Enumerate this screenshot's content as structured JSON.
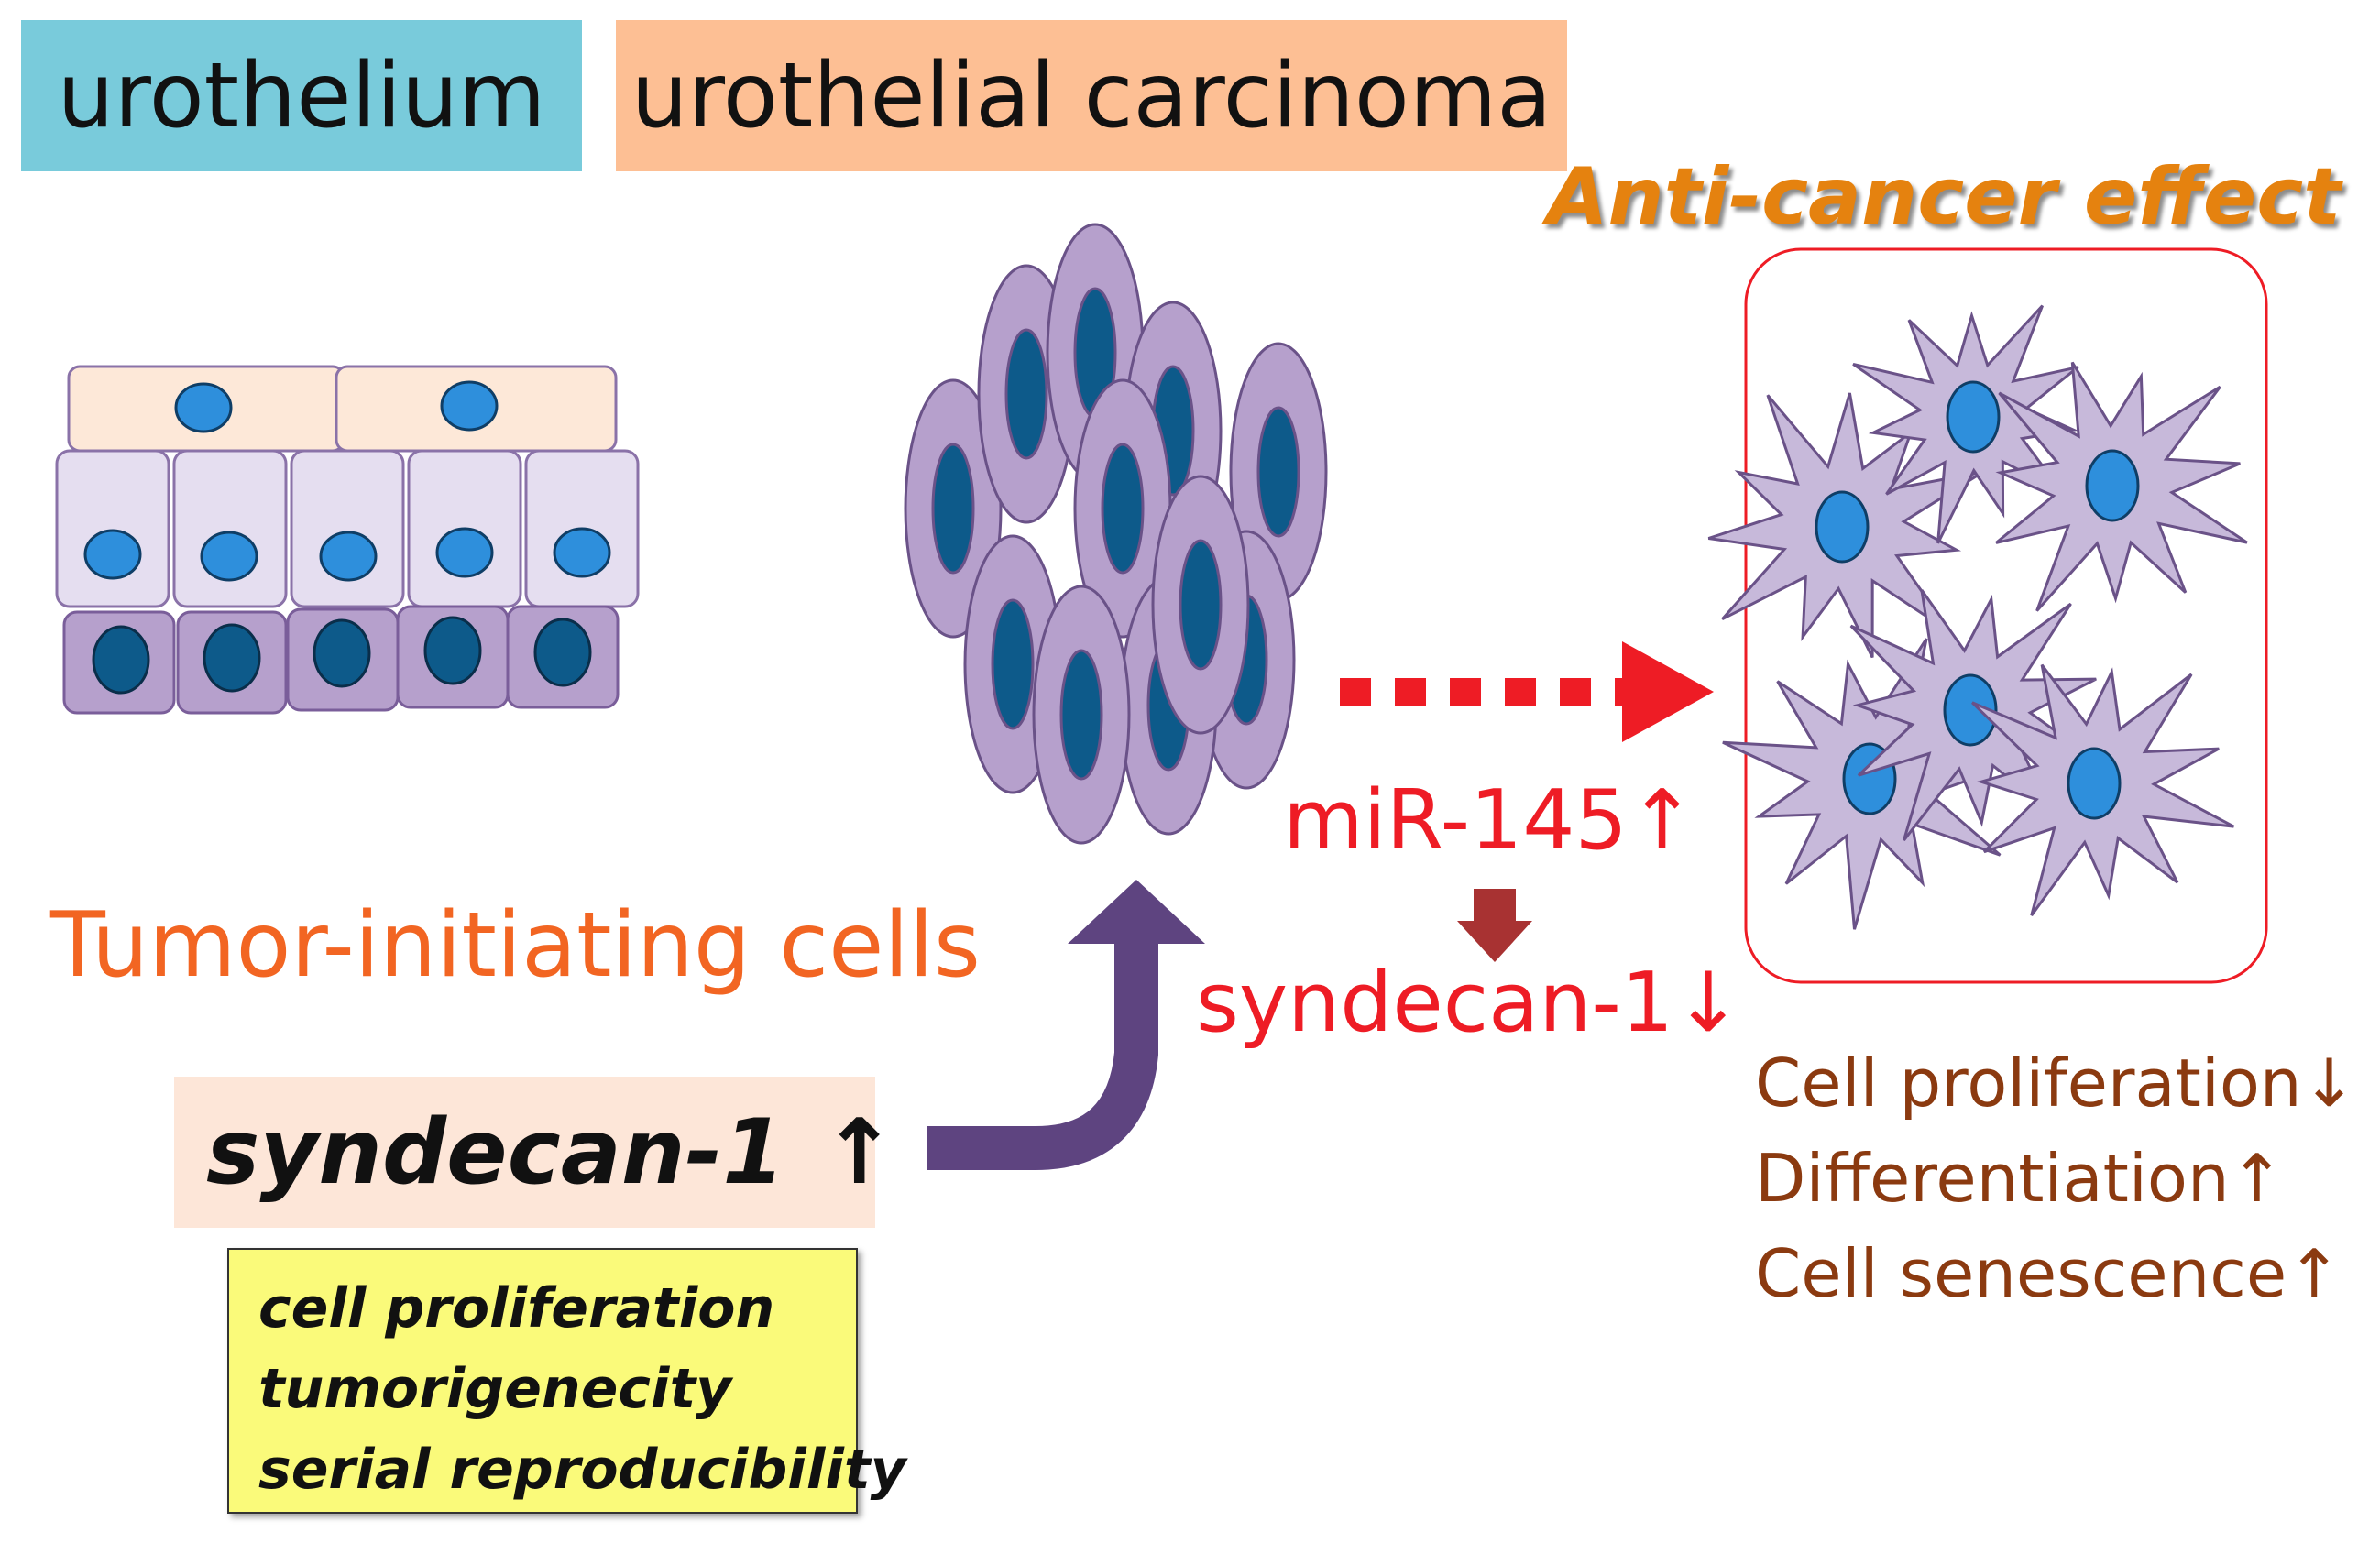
{
  "labels": {
    "urothelium": "urothelium",
    "urothelial_carcinoma": "urothelial carcinoma",
    "anti_cancer_effect": "Anti-cancer effect",
    "tumor_initiating_cells": "Tumor-initiating cells",
    "mir145": "miR-145↑",
    "syndecan_down": "syndecan-1↓",
    "syndecan_up": "syndecan-1",
    "up_arrow": "↑"
  },
  "tumor_initiating_properties": [
    "cell proliferation",
    "tumorigenecity",
    "serial reproducibility"
  ],
  "anti_cancer_effects": [
    "Cell proliferation↓",
    "Differentiation↑",
    "Cell senescence↑"
  ],
  "colors": {
    "urothelium_tag": "#79cbdb",
    "carcinoma_tag": "#fdbf94",
    "cell_fill": "#b6a0cc",
    "nucleus_dark": "#0d5a8a",
    "nucleus_light": "#2e8fdc",
    "red_arrow": "#ee1c25",
    "purple_arrow": "#5e4480",
    "effect_text": "#8b3a10"
  }
}
